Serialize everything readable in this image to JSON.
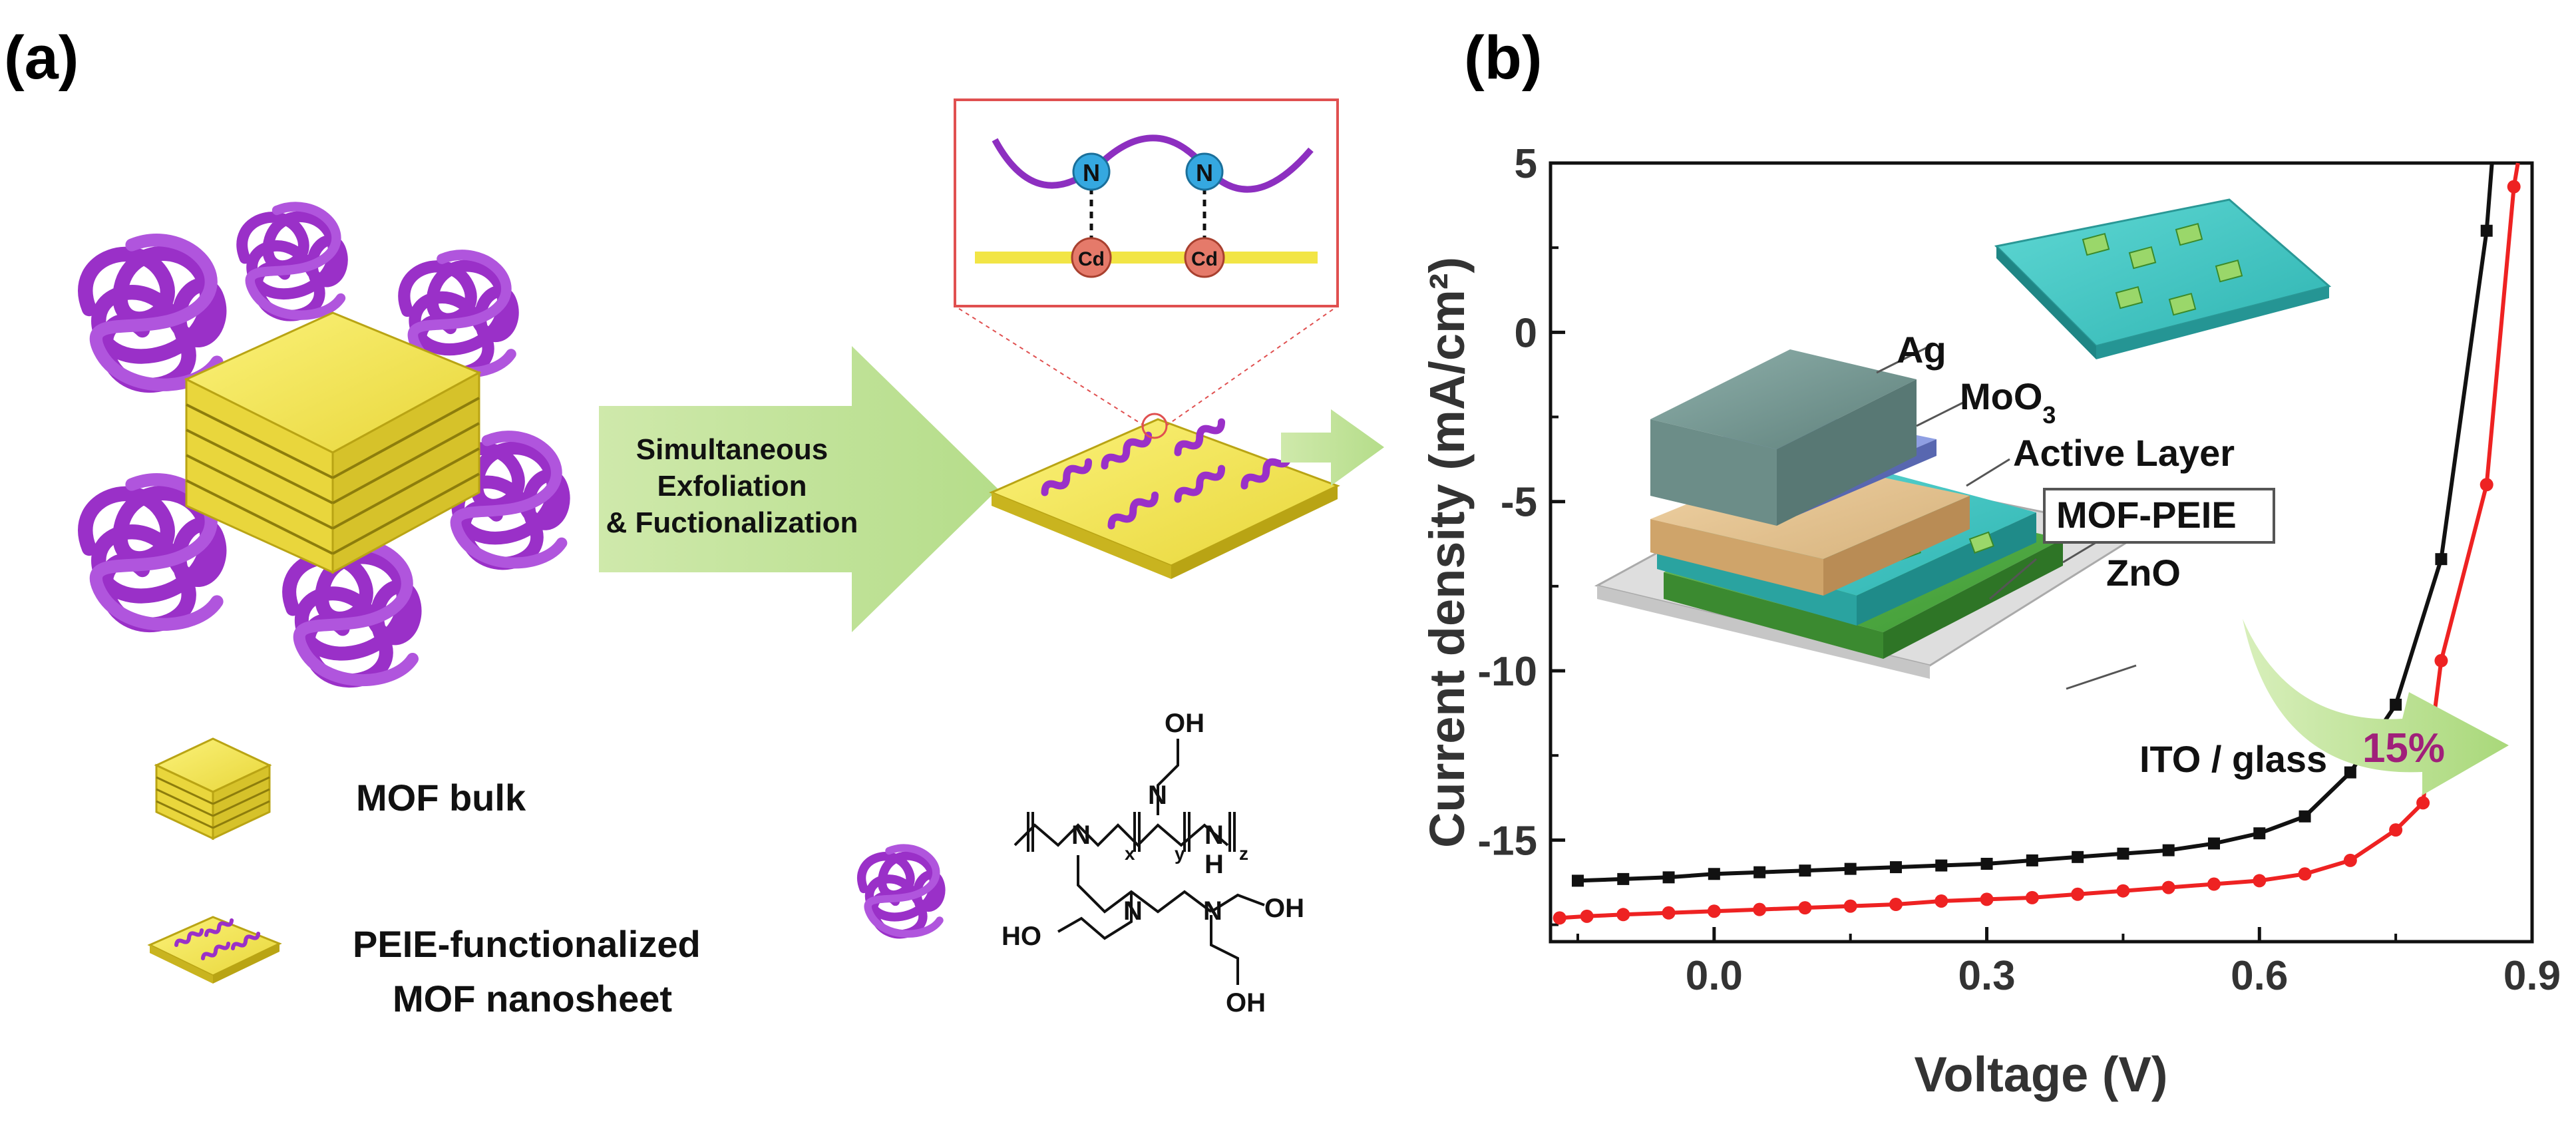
{
  "panel_a": {
    "label": "(a)",
    "arrow_text_1": "Simultaneous",
    "arrow_text_2": "Exfoliation",
    "arrow_text_3": "& Fuctionalization",
    "inset_atom_n": "N",
    "inset_atom_cd": "Cd",
    "legend_bulk": "MOF bulk",
    "legend_sheet_1": "PEIE-functionalized",
    "legend_sheet_2": "MOF nanosheet",
    "formula": {
      "oh": "OH",
      "ho": "HO",
      "n": "N",
      "nh": "N",
      "h": "H",
      "x": "x",
      "y": "y",
      "z": "z"
    }
  },
  "panel_b": {
    "label": "(b)",
    "device_layers": [
      "Ag",
      "MoO3",
      "Active Layer",
      "MOF-PEIE",
      "ZnO",
      "ITO / glass"
    ],
    "improvement": "15%"
  },
  "colors": {
    "mof_yellow": "#f2e545",
    "mof_side": "#c9b41f",
    "peie_purple": "#9a30c8",
    "arrow_green": "#c8e6a0",
    "series_black": "#111111",
    "series_red": "#ee2222",
    "inset_box": "#e05050"
  },
  "chart_data": {
    "type": "line",
    "xlabel": "Voltage (V)",
    "ylabel": "Current density (mA/cm²)",
    "xlim": [
      -0.18,
      0.9
    ],
    "ylim": [
      -18,
      5
    ],
    "xticks": [
      0.0,
      0.3,
      0.6,
      0.9
    ],
    "xtick_labels": [
      "0.0",
      "0.3",
      "0.6",
      "0.9"
    ],
    "yticks": [
      5,
      0,
      -5,
      -10,
      -15
    ],
    "ytick_labels": [
      "5",
      "0",
      "-5",
      "-10",
      "-15"
    ],
    "grid": false,
    "series": [
      {
        "color": "#111111",
        "marker": "square",
        "x": [
          -0.15,
          -0.1,
          -0.05,
          0.0,
          0.05,
          0.1,
          0.15,
          0.2,
          0.25,
          0.3,
          0.35,
          0.4,
          0.45,
          0.5,
          0.55,
          0.6,
          0.65,
          0.7,
          0.75,
          0.8,
          0.85
        ],
        "y": [
          -16.2,
          -16.15,
          -16.1,
          -16.0,
          -15.95,
          -15.9,
          -15.85,
          -15.8,
          -15.75,
          -15.7,
          -15.6,
          -15.5,
          -15.4,
          -15.3,
          -15.1,
          -14.8,
          -14.3,
          -13.0,
          -11.0,
          -6.7,
          3.0
        ]
      },
      {
        "color": "#ee2222",
        "marker": "circle",
        "x": [
          -0.17,
          -0.14,
          -0.1,
          -0.05,
          0.0,
          0.05,
          0.1,
          0.15,
          0.2,
          0.25,
          0.3,
          0.35,
          0.4,
          0.45,
          0.5,
          0.55,
          0.6,
          0.65,
          0.7,
          0.75,
          0.78,
          0.8,
          0.85,
          0.88
        ],
        "y": [
          -17.3,
          -17.25,
          -17.2,
          -17.15,
          -17.1,
          -17.05,
          -17.0,
          -16.95,
          -16.9,
          -16.8,
          -16.75,
          -16.7,
          -16.6,
          -16.5,
          -16.4,
          -16.3,
          -16.2,
          -16.0,
          -15.6,
          -14.7,
          -13.9,
          -9.7,
          -4.5,
          4.3
        ]
      }
    ]
  }
}
